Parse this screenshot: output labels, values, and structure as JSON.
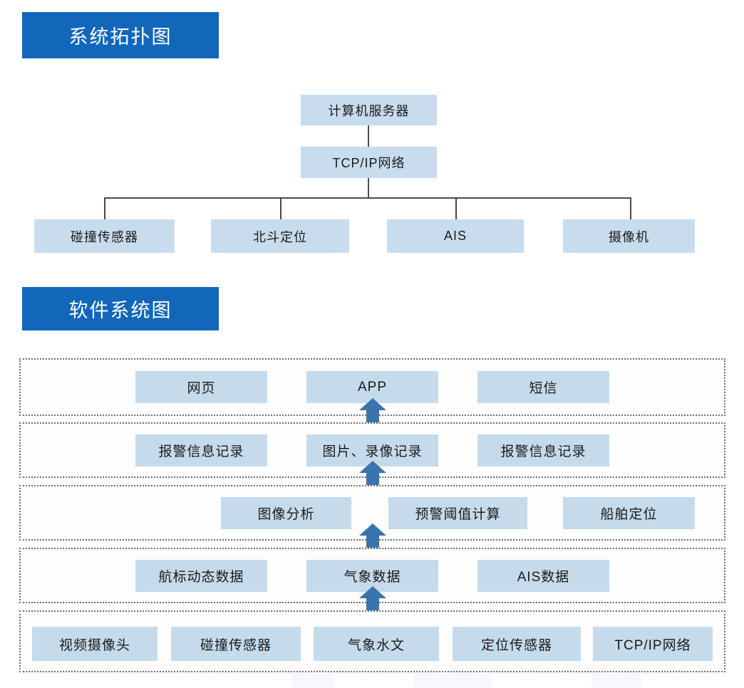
{
  "page": {
    "background": "#ffffff",
    "accent_blue": "#1167b9",
    "node_fill": "#c5dbec",
    "arrow_color": "#3a74ad",
    "line_color": "#4a4a4a"
  },
  "sections": {
    "topology": {
      "banner_label": "系统拓扑图",
      "nodes": {
        "server": "计算机服务器",
        "network": "TCP/IP网络",
        "children": [
          "碰撞传感器",
          "北斗定位",
          "AIS",
          "摄像机"
        ]
      }
    },
    "software": {
      "banner_label": "软件系统图",
      "layers": [
        {
          "name": "presentation-layer",
          "boxes": [
            "网页",
            "APP",
            "短信"
          ]
        },
        {
          "name": "record-layer",
          "boxes": [
            "报警信息记录",
            "图片、录像记录",
            "报警信息记录"
          ]
        },
        {
          "name": "analysis-layer",
          "boxes": [
            "图像分析",
            "预警阈值计算",
            "船舶定位"
          ]
        },
        {
          "name": "data-layer",
          "boxes": [
            "航标动态数据",
            "气象数据",
            "AIS数据"
          ]
        },
        {
          "name": "device-layer",
          "boxes": [
            "视频摄像头",
            "碰撞传感器",
            "气象水文",
            "定位传感器",
            "TCP/IP网络"
          ]
        }
      ],
      "arrow_icon": "arrow-up-icon",
      "arrow_count": 4
    }
  }
}
